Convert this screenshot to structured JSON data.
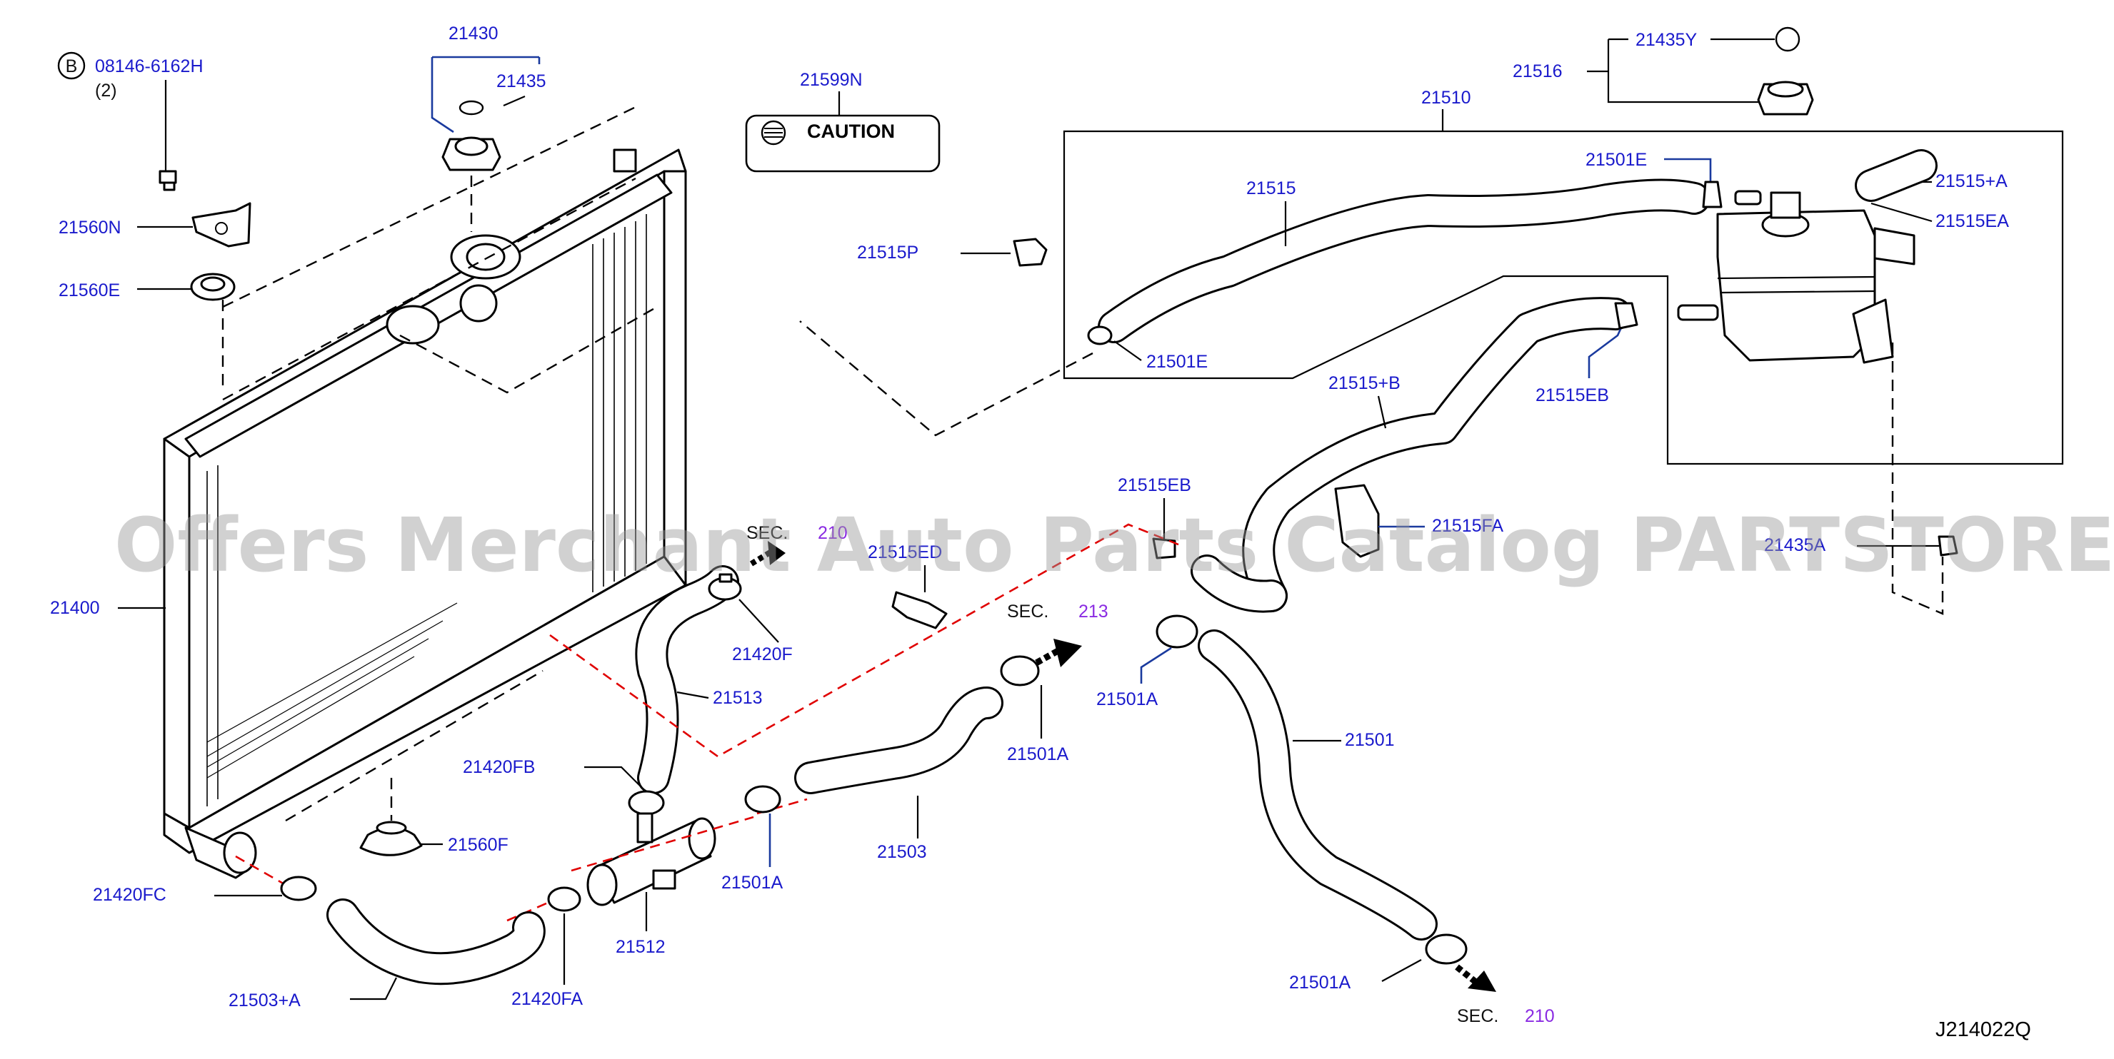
{
  "watermark": "Offers Merchant Auto Parts Catalog PARTSTORE.SA",
  "diagram_code": "J214022Q",
  "caution_label": "CAUTION",
  "bolt_badge": "B",
  "colors": {
    "part_label": "#1a1acc",
    "sec_number": "#8a2be2",
    "red_line": "#e00000",
    "group_line": "#1a3a9e"
  },
  "labels": {
    "l08146": "08146-6162H",
    "l08146q": "(2)",
    "l21430": "21430",
    "l21435": "21435",
    "l21599N": "21599N",
    "l21435Y": "21435Y",
    "l21516": "21516",
    "l21510": "21510",
    "l21501E_a": "21501E",
    "l21515": "21515",
    "l21515pA": "21515+A",
    "l21515EA": "21515EA",
    "l21515P": "21515P",
    "l21501E_b": "21501E",
    "l21515pB": "21515+B",
    "l21515EB_a": "21515EB",
    "l21515EB_b": "21515EB",
    "l21515ED": "21515ED",
    "l21515FA": "21515FA",
    "l21435A": "21435A",
    "l21560N": "21560N",
    "l21560E": "21560E",
    "l21400": "21400",
    "l21420F": "21420F",
    "l21513": "21513",
    "l21420FB": "21420FB",
    "l21560F": "21560F",
    "l21420FC": "21420FC",
    "l21503pA": "21503+A",
    "l21420FA": "21420FA",
    "l21512": "21512",
    "l21501A_a": "21501A",
    "l21501A_b": "21501A",
    "l21501A_c": "21501A",
    "l21501A_d": "21501A",
    "l21503": "21503",
    "l21501": "21501"
  },
  "sections": [
    {
      "prefix": "SEC.",
      "number": "210"
    },
    {
      "prefix": "SEC.",
      "number": "213"
    },
    {
      "prefix": "SEC.",
      "number": "210"
    }
  ]
}
